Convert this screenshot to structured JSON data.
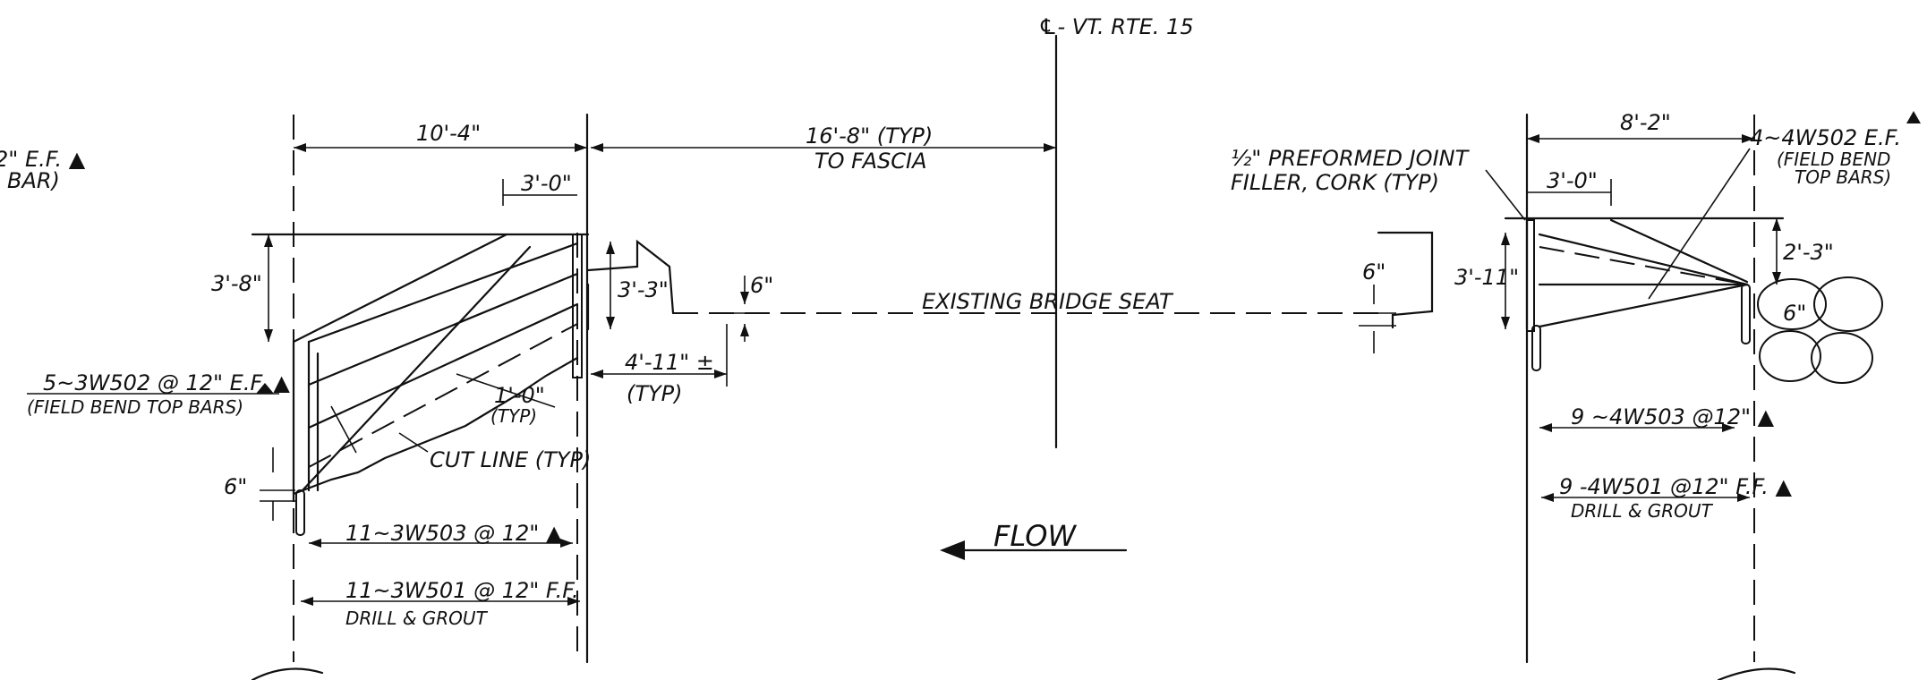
{
  "drawing": {
    "centerline_label": "℄- VT. RTE. 15",
    "left_partial_note_1": "2\" E.F. ▲",
    "left_partial_note_2": "BAR)",
    "left": {
      "dim_top": "10'-4\"",
      "dim_3_0": "3'-0\"",
      "dim_3_8": "3'-8\"",
      "dim_3_3": "3'-3\"",
      "dim_6_top": "6\"",
      "dim_4_11": "4'-11\" ±",
      "typ_4_11": "(TYP)",
      "dim_1_0": "1'-0\"",
      "typ_1_0": "(TYP)",
      "bars_top": "5~3W502 @ 12\" E.F. ▲",
      "bars_top_note": "(FIELD BEND TOP BARS)",
      "cut_line": "CUT LINE (TYP)",
      "dim_6_left": "6\"",
      "bars_mid": "11~3W503 @ 12\" ▲",
      "bars_bottom": "11~3W501 @ 12\" F.F.",
      "drill_grout": "DRILL & GROUT"
    },
    "center": {
      "dim_16_8": "16'-8\" (TYP)",
      "to_fascia": "TO FASCIA",
      "existing_seat": "EXISTING BRIDGE SEAT",
      "flow": "FLOW"
    },
    "right": {
      "joint_filler_1": "½\" PREFORMED JOINT",
      "joint_filler_2": "FILLER, CORK (TYP)",
      "dim_8_2": "8'-2\"",
      "dim_3_0": "3'-0\"",
      "dim_6_left": "6\"",
      "dim_3_11": "3'-11\"",
      "dim_2_3": "2'-3\"",
      "dim_6_right": "6\"",
      "bars_top": "4~4W502 E.F.",
      "bars_top_note_1": "(FIELD BEND",
      "bars_top_note_2": "TOP BARS)",
      "bars_mid": "9 ~4W503 @12\" ▲",
      "bars_bottom": "9 -4W501 @12\" F.F. ▲",
      "drill_grout": "DRILL & GROUT"
    }
  }
}
